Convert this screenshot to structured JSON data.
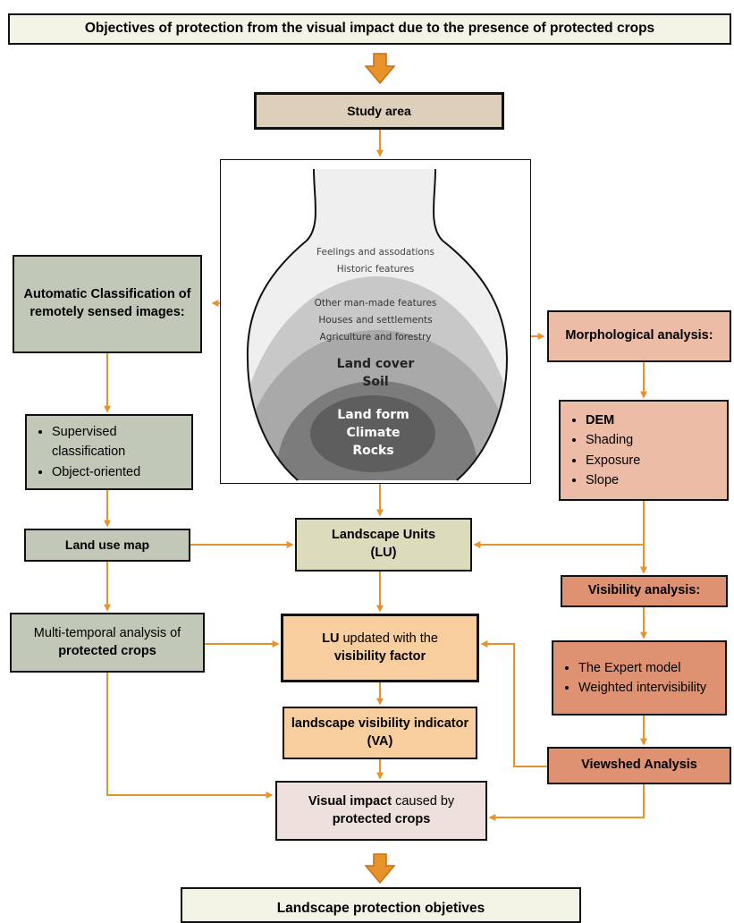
{
  "colors": {
    "arrow": "#E8922C",
    "arrow_stroke": "#C86F12",
    "top_box_fill": "#F3F3E6",
    "study_area_fill": "#DDCFBA",
    "gray_green_fill": "#C2C8B8",
    "landscape_units_fill": "#DCDCBC",
    "peach_fill": "#F8CE9E",
    "salmon_light_fill": "#ECBCA6",
    "salmon_dark_fill": "#DE9272",
    "visual_impact_fill": "#EEE0DC",
    "bottom_box_fill": "#F3F3E6"
  },
  "header": {
    "title": "Objectives of protection from the visual impact due to the presence of protected crops"
  },
  "study_area": {
    "label": "Study area"
  },
  "bulb": {
    "layer_1": [
      "Feelings and assodations",
      "Historic features"
    ],
    "layer_2": [
      "Other man-made features",
      "Houses and settlements",
      "Agriculture and forestry"
    ],
    "layer_3": [
      "Land cover",
      "Soil"
    ],
    "layer_4": [
      "Land form",
      "Climate",
      "Rocks"
    ]
  },
  "left_column": {
    "classification": "Automatic Classification of remotely sensed images:",
    "methods": [
      "Supervised classification",
      "Object-oriented"
    ],
    "land_use_map": "Land use map",
    "multi_temporal": {
      "prefix": "Multi-temporal analysis of",
      "emphasis": "protected crops"
    }
  },
  "center_column": {
    "landscape_units": {
      "line1": "Landscape Units",
      "line2": "(LU)"
    },
    "lu_updated": {
      "emphasis1": "LU",
      "middle": "updated with the",
      "emphasis2": "visibility factor"
    },
    "visibility_indicator": "landscape visibility indicator (VA)",
    "visual_impact": {
      "emphasis1": "Visual impact",
      "middle": "caused by",
      "emphasis2": "protected crops"
    }
  },
  "right_column": {
    "morphological": "Morphological analysis:",
    "morph_items": [
      "DEM",
      "Shading",
      "Exposure",
      "Slope"
    ],
    "visibility_analysis": "Visibility analysis:",
    "visibility_items": [
      "The Expert model",
      "Weighted intervisibility"
    ],
    "viewshed": "Viewshed Analysis"
  },
  "footer": {
    "label": "Landscape protection objetives"
  }
}
